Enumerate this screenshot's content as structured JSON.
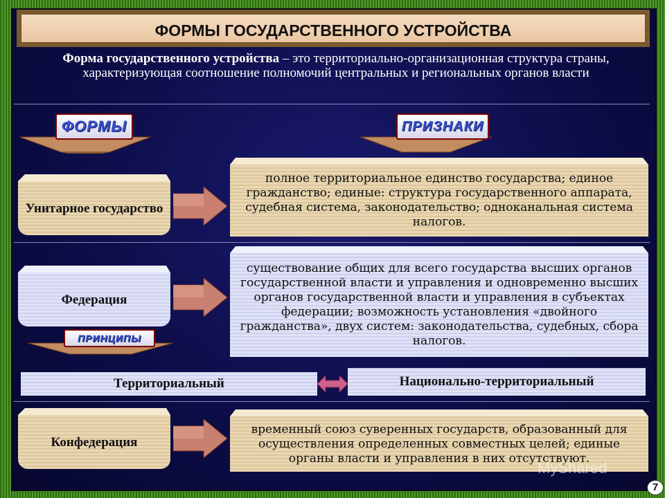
{
  "title": "ФОРМЫ ГОСУДАРСТВЕННОГО УСТРОЙСТВА",
  "definition": {
    "term": "Форма государственного устройства",
    "text": " – это территориально-организационная структура страны, характеризующая соотношение полномочий центральных и региональных органов власти"
  },
  "banners": {
    "forms": "ФОРМЫ",
    "signs": "ПРИЗНАКИ",
    "principles": "ПРИНЦИПЫ"
  },
  "forms": [
    {
      "label": "Унитарное государство",
      "description": "полное территориальное единство государства; единое гражданство; единые: структура государственного аппарата, судебная система, законодательство; одноканальная система налогов."
    },
    {
      "label": "Федерация",
      "description": "существование общих для всего государства высших органов государственной власти и управления и одновременно высших органов государственной власти и управления в субъектах федерации; возможность установления «двойного гражданства», двух систем: законодательства, судебных, сбора налогов."
    },
    {
      "label": "Конфедерация",
      "description": "временный союз суверенных государств, образованный для осуществления определенных совместных целей; единые органы власти и управления в них отсутствуют."
    }
  ],
  "principles": {
    "left": "Территориальный",
    "right": "Национально-территориальный"
  },
  "page_number": "7",
  "watermark": "MyShared",
  "colors": {
    "background": "#0c0c46",
    "frame": "#3d7a1e",
    "beige": "#e9d7b2",
    "lavender": "#dfe2f6",
    "banner_text": "#3a4fc8"
  }
}
